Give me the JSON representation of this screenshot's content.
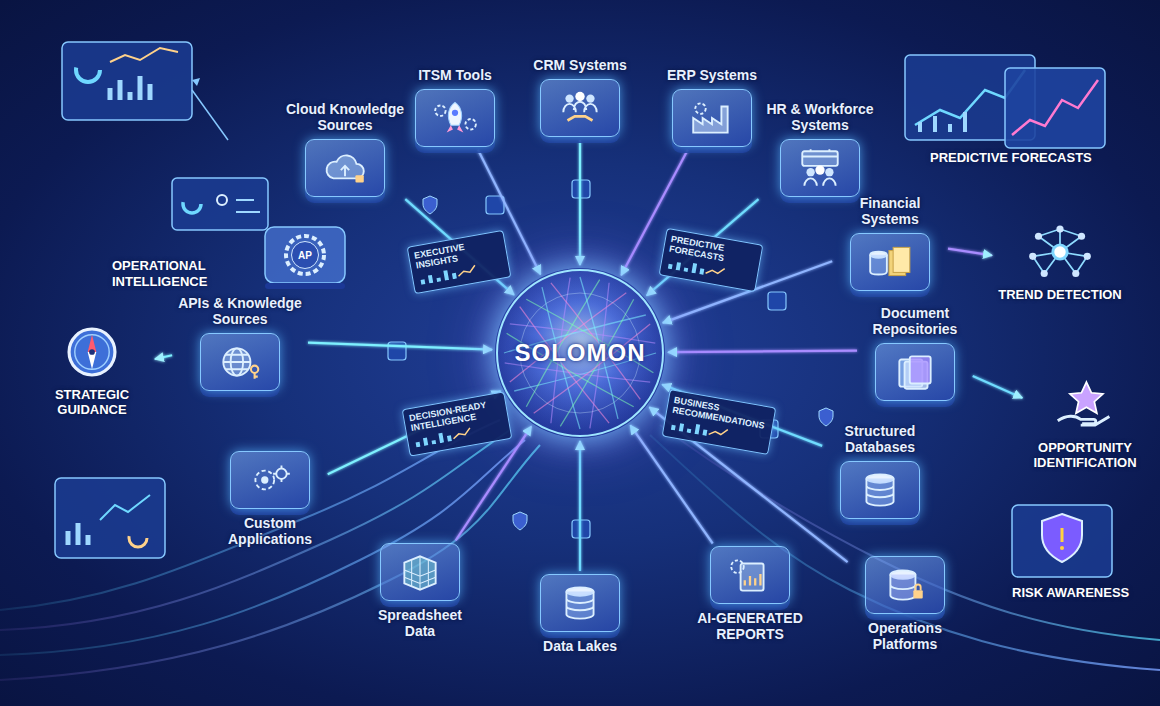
{
  "diagram": {
    "nodes": [
      {
        "text": [
          "SOLOMON"
        ]
      },
      {
        "text": [
          "Cloud Knowledge Sources"
        ]
      },
      {
        "text": [
          "ITSM Tools"
        ]
      },
      {
        "text": [
          "CRM Systems"
        ]
      },
      {
        "text": [
          "ERP Systems"
        ]
      },
      {
        "text": [
          "HR & Workforce Systems"
        ]
      },
      {
        "text": [
          "Financial Systems"
        ]
      },
      {
        "text": [
          "APIs & Knowledge Sources"
        ]
      },
      {
        "text": [
          "Document Repositories"
        ]
      },
      {
        "text": [
          "Structured Databases"
        ]
      },
      {
        "text": [
          "Operations Platforms"
        ]
      },
      {
        "text": [
          "Custom Applications"
        ]
      },
      {
        "text": [
          "Spreadsheet Data"
        ]
      },
      {
        "text": [
          "Data Lakes"
        ]
      },
      {
        "text": [
          "AI-GENERATED REPORTS"
        ]
      },
      {
        "text": [
          "STRATEGIC GUIDANCE"
        ]
      },
      {
        "text": [
          "TREND DETECTION"
        ]
      },
      {
        "text": [
          "OPPORTUNITY IDENTIFICATION"
        ]
      }
    ],
    "edges": [
      {
        "from": 1,
        "to": 0,
        "arrow": "to"
      },
      {
        "from": 2,
        "to": 0,
        "arrow": "to"
      },
      {
        "from": 3,
        "to": 0,
        "arrow": "to"
      },
      {
        "from": 4,
        "to": 0,
        "arrow": "to"
      },
      {
        "from": 5,
        "to": 0,
        "arrow": "to"
      },
      {
        "from": 6,
        "to": 0,
        "arrow": "to"
      },
      {
        "from": 7,
        "to": 0,
        "arrow": "to"
      },
      {
        "from": 8,
        "to": 0,
        "arrow": "to"
      },
      {
        "from": 9,
        "to": 0,
        "arrow": "to"
      },
      {
        "from": 10,
        "to": 0,
        "arrow": "to"
      },
      {
        "from": 11,
        "to": 0,
        "arrow": "to"
      },
      {
        "from": 12,
        "to": 0,
        "arrow": "to"
      },
      {
        "from": 13,
        "to": 0,
        "arrow": "to"
      },
      {
        "from": 14,
        "to": 0,
        "arrow": "to"
      },
      {
        "from": 7,
        "to": 15,
        "arrow": "to"
      },
      {
        "from": 6,
        "to": 16,
        "arrow": "to"
      },
      {
        "from": 8,
        "to": 17,
        "arrow": "to"
      }
    ],
    "labels": [
      "OPERATIONAL INTELLIGENCE",
      "PREDICTIVE FORECASTS",
      "EXECUTIVE INSIGHTS",
      "PREDICTIVE FORECASTS",
      "DECISION-READY INTELLIGENCE",
      "BUSINESS RECOMMENDATIONS",
      "RISK AWARENESS",
      "AP"
    ]
  }
}
